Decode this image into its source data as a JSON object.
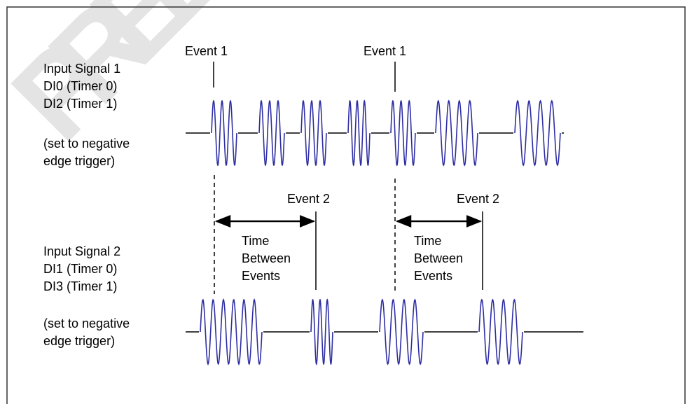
{
  "colors": {
    "background": "#ffffff",
    "frame": "#333333",
    "ink": "#000000",
    "waveform": "#2e2ea3",
    "watermark": "#e4e4e4"
  },
  "signal1": {
    "labels": [
      "Input Signal 1",
      "DI0 (Timer 0)",
      "DI2 (Timer 1)"
    ],
    "note": [
      "(set to negative",
      "edge trigger)"
    ],
    "events": [
      "Event 1",
      "Event 1"
    ]
  },
  "signal2": {
    "labels": [
      "Input Signal 2",
      "DI1 (Timer 0)",
      "DI3 (Timer 1)"
    ],
    "note": [
      "(set to negative",
      "edge trigger)"
    ],
    "events": [
      "Event 2",
      "Event 2"
    ]
  },
  "interval_label": [
    "Time",
    "Between",
    "Events"
  ],
  "watermark": "PRELIMINARY",
  "icons": {
    "arrow": "double-headed-arrow"
  }
}
